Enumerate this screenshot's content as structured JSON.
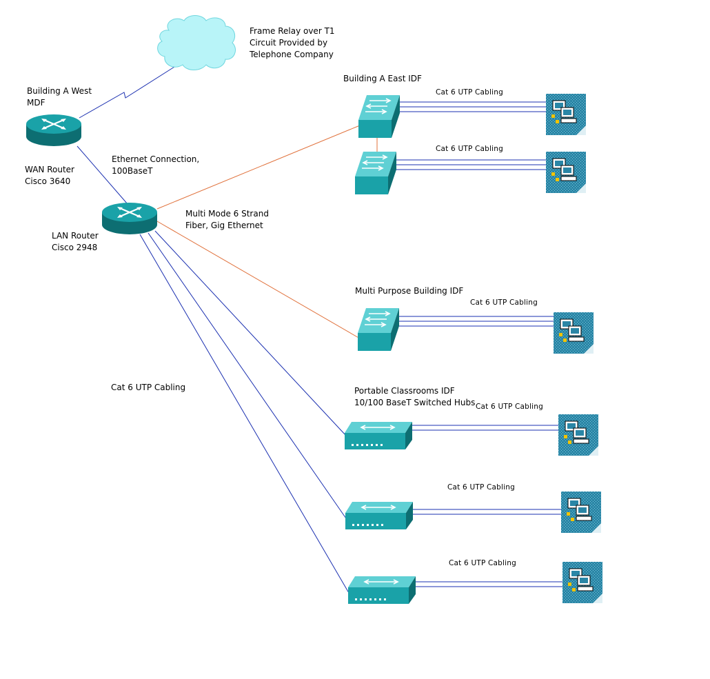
{
  "colors": {
    "wan_link": "#1a2fb0",
    "utp_link": "#1a2fb0",
    "fiber_link": "#e0703a",
    "device_teal": "#1aa2a8",
    "device_dark": "#0d6e72",
    "device_light": "#5fd0d4",
    "pc_tile": "#2a86a6"
  },
  "labels": {
    "frame_relay": [
      "Frame Relay over T1",
      "Circuit Provided by",
      "Telephone Company"
    ],
    "building_a_west": [
      "Building A West",
      "MDF"
    ],
    "wan_router": [
      "WAN Router",
      "Cisco 3640"
    ],
    "ethernet_connection": [
      "Ethernet Connection,",
      "100BaseT"
    ],
    "lan_router": [
      "LAN Router",
      "Cisco 2948"
    ],
    "multimode_fiber": [
      "Multi Mode 6 Strand",
      "Fiber, Gig Ethernet"
    ],
    "building_a_east_idf": "Building A East IDF",
    "multi_purpose_idf": "Multi Purpose Building IDF",
    "portable_classrooms": [
      "Portable Classrooms IDF",
      "10/100 BaseT Switched Hubs"
    ],
    "cat6_main": "Cat 6 UTP Cabling",
    "cat6_east_1": "Cat 6 UTP Cabling",
    "cat6_east_2": "Cat 6 UTP Cabling",
    "cat6_mp": "Cat 6 UTP Cabling",
    "cat6_pc_1": "Cat 6 UTP Cabling",
    "cat6_pc_2": "Cat 6 UTP Cabling",
    "cat6_pc_3": "Cat 6 UTP Cabling"
  }
}
